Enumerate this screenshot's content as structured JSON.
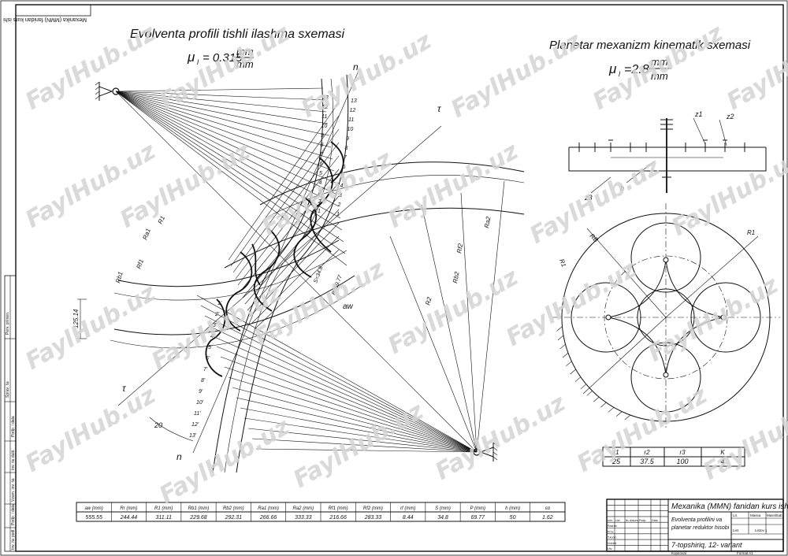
{
  "watermark": "FaylHub.uz",
  "corner_stamp": "Mexanika (MMN) fanidan kurs ishi",
  "left_strip": [
    "Perv. primen.",
    "Sprav. №",
    "Podp. i data",
    "Inv. № dubl.",
    "Vzam. inv. №",
    "Podp. i data",
    "Inv. № podl."
  ],
  "gear_title": "Evolventa profili tishli ilashma sxemasi",
  "gear_scale": {
    "mu": "μ",
    "sub": "l",
    "value": "= 0.315",
    "num": "mm",
    "den": "mm"
  },
  "planet_title": "Planetar mexanizm kinematik sxemasi",
  "planet_scale": {
    "mu": "μ",
    "sub": "l",
    "value": "=2.8",
    "num": "mm",
    "den": "mm"
  },
  "labels": {
    "n_top": "n",
    "n_bottom": "n",
    "tau_top": "τ",
    "tau_bottom": "τ",
    "Rb1": "Rb1",
    "Rf1": "Rf1",
    "Ra1": "Ra1",
    "R1": "R1",
    "Ra2": "Ra2",
    "Rf2": "Rf2",
    "R2": "R2",
    "Rb2": "Rb2",
    "aw": "aw",
    "S": "S=34.8",
    "P": "P=69.77",
    "dim": "125.14",
    "angle": "20",
    "z1": "z1",
    "z2": "z2",
    "z3": "z3",
    "b": "b",
    "RB": "RB",
    "Rr": "R1"
  },
  "tooth_numbers": [
    "13",
    "12",
    "11",
    "10",
    "9",
    "8",
    "7",
    "6",
    "5",
    "4",
    "3",
    "2",
    "1"
  ],
  "tooth_numbers_prime": [
    "13'",
    "12'",
    "11'",
    "10'",
    "9'",
    "8'",
    "7'",
    "6'",
    "5'",
    "4'",
    "3'",
    "2'",
    "1'"
  ],
  "planet_table": {
    "headers": [
      "r1",
      "r2",
      "r3",
      "K"
    ],
    "values": [
      "25",
      "37.5",
      "100",
      "4"
    ]
  },
  "params_table": {
    "headers": [
      "aw (mm)",
      "Rr (mm)",
      "R1 (mm)",
      "Rb1 (mm)",
      "Rb2 (mm)",
      "Ra1 (mm)",
      "Ra2 (mm)",
      "Rf1 (mm)",
      "Rf2 (mm)",
      "rf (mm)",
      "S (mm)",
      "P (mm)",
      "h (mm)",
      "εα"
    ],
    "values": [
      "555.55",
      "244.44",
      "311.11",
      "229.68",
      "292.31",
      "266.66",
      "333.33",
      "216.66",
      "283.33",
      "8.44",
      "34.8",
      "69.77",
      "50",
      "1.62"
    ]
  },
  "title_block": {
    "main": "Mexanika (MMN) fanidan kurs ishi",
    "subject_line1": "Evolventa profilini va",
    "subject_line2": "planetar reduktor hisobi",
    "variant": "7-topshiriq, 12- variant",
    "lit": "Lit.",
    "mass": "Massa",
    "scale": "Masshtab",
    "sheet": "List",
    "sheets": "Listov 1",
    "col_labels": [
      "Izm.",
      "List",
      "№ dokum.",
      "Podp.",
      "Data"
    ],
    "roles": [
      "Razrab.",
      "Prov.",
      "T.kontr.",
      "N.kontr.",
      "Utv."
    ],
    "copied": "Kopiroval",
    "format": "Format  A1"
  }
}
